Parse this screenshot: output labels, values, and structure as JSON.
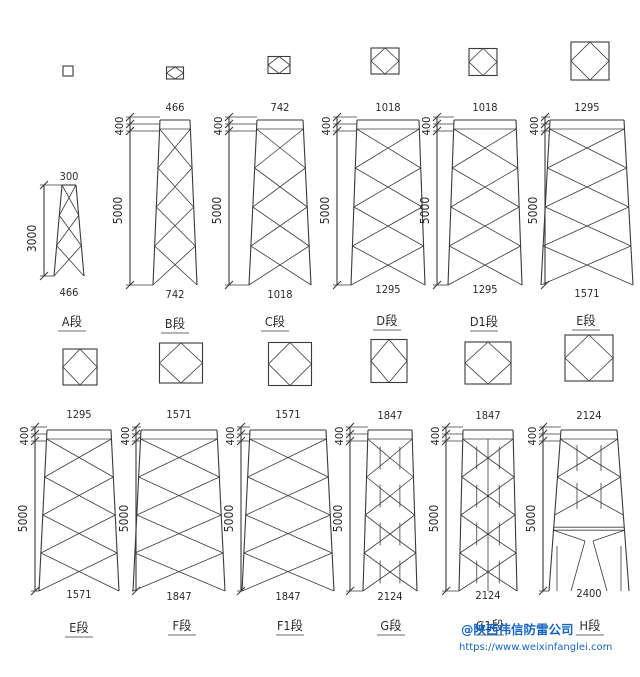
{
  "segments": [
    {
      "id": "A",
      "label": "A段",
      "top": "300",
      "bottom": "466",
      "height": "3000",
      "offsets": []
    },
    {
      "id": "B",
      "label": "B段",
      "top": "466",
      "bottom": "742",
      "height": "5000",
      "offsets": [
        "400",
        "400"
      ]
    },
    {
      "id": "C",
      "label": "C段",
      "top": "742",
      "bottom": "1018",
      "height": "5000",
      "offsets": [
        "400",
        "400"
      ]
    },
    {
      "id": "D",
      "label": "D段",
      "top": "1018",
      "bottom": "1295",
      "height": "5000",
      "offsets": [
        "400",
        "400"
      ]
    },
    {
      "id": "D1",
      "label": "D1段",
      "top": "1018",
      "bottom": "1295",
      "height": "5000",
      "offsets": [
        "400",
        "400"
      ]
    },
    {
      "id": "E_top",
      "label": "E段",
      "top": "1295",
      "bottom": "1571",
      "height": "5000",
      "offsets": [
        "400",
        "400"
      ]
    },
    {
      "id": "E",
      "label": "E段",
      "top": "1295",
      "bottom": "1571",
      "height": "5000",
      "offsets": [
        "400",
        "400"
      ]
    },
    {
      "id": "F",
      "label": "F段",
      "top": "1571",
      "bottom": "1847",
      "height": "5000",
      "offsets": [
        "400",
        "400"
      ]
    },
    {
      "id": "F1",
      "label": "F1段",
      "top": "1571",
      "bottom": "1847",
      "height": "5000",
      "offsets": [
        "400",
        "400"
      ]
    },
    {
      "id": "G",
      "label": "G段",
      "top": "1847",
      "bottom": "2124",
      "height": "5000",
      "offsets": [
        "400",
        "400"
      ]
    },
    {
      "id": "G1",
      "label": "G1段",
      "top": "1847",
      "bottom": "2124",
      "height": "5000",
      "offsets": [
        "400",
        "400"
      ]
    },
    {
      "id": "H",
      "label": "H段",
      "top": "2124",
      "bottom": "2400",
      "height": "5000",
      "offsets": [
        "400",
        "400"
      ]
    }
  ],
  "watermark": {
    "company": "@陕西伟信防雷公司",
    "url": "https://www.weixinfanglei.com"
  },
  "colors": {
    "line": "#3a3a3a",
    "watermark": "#1565c0"
  }
}
